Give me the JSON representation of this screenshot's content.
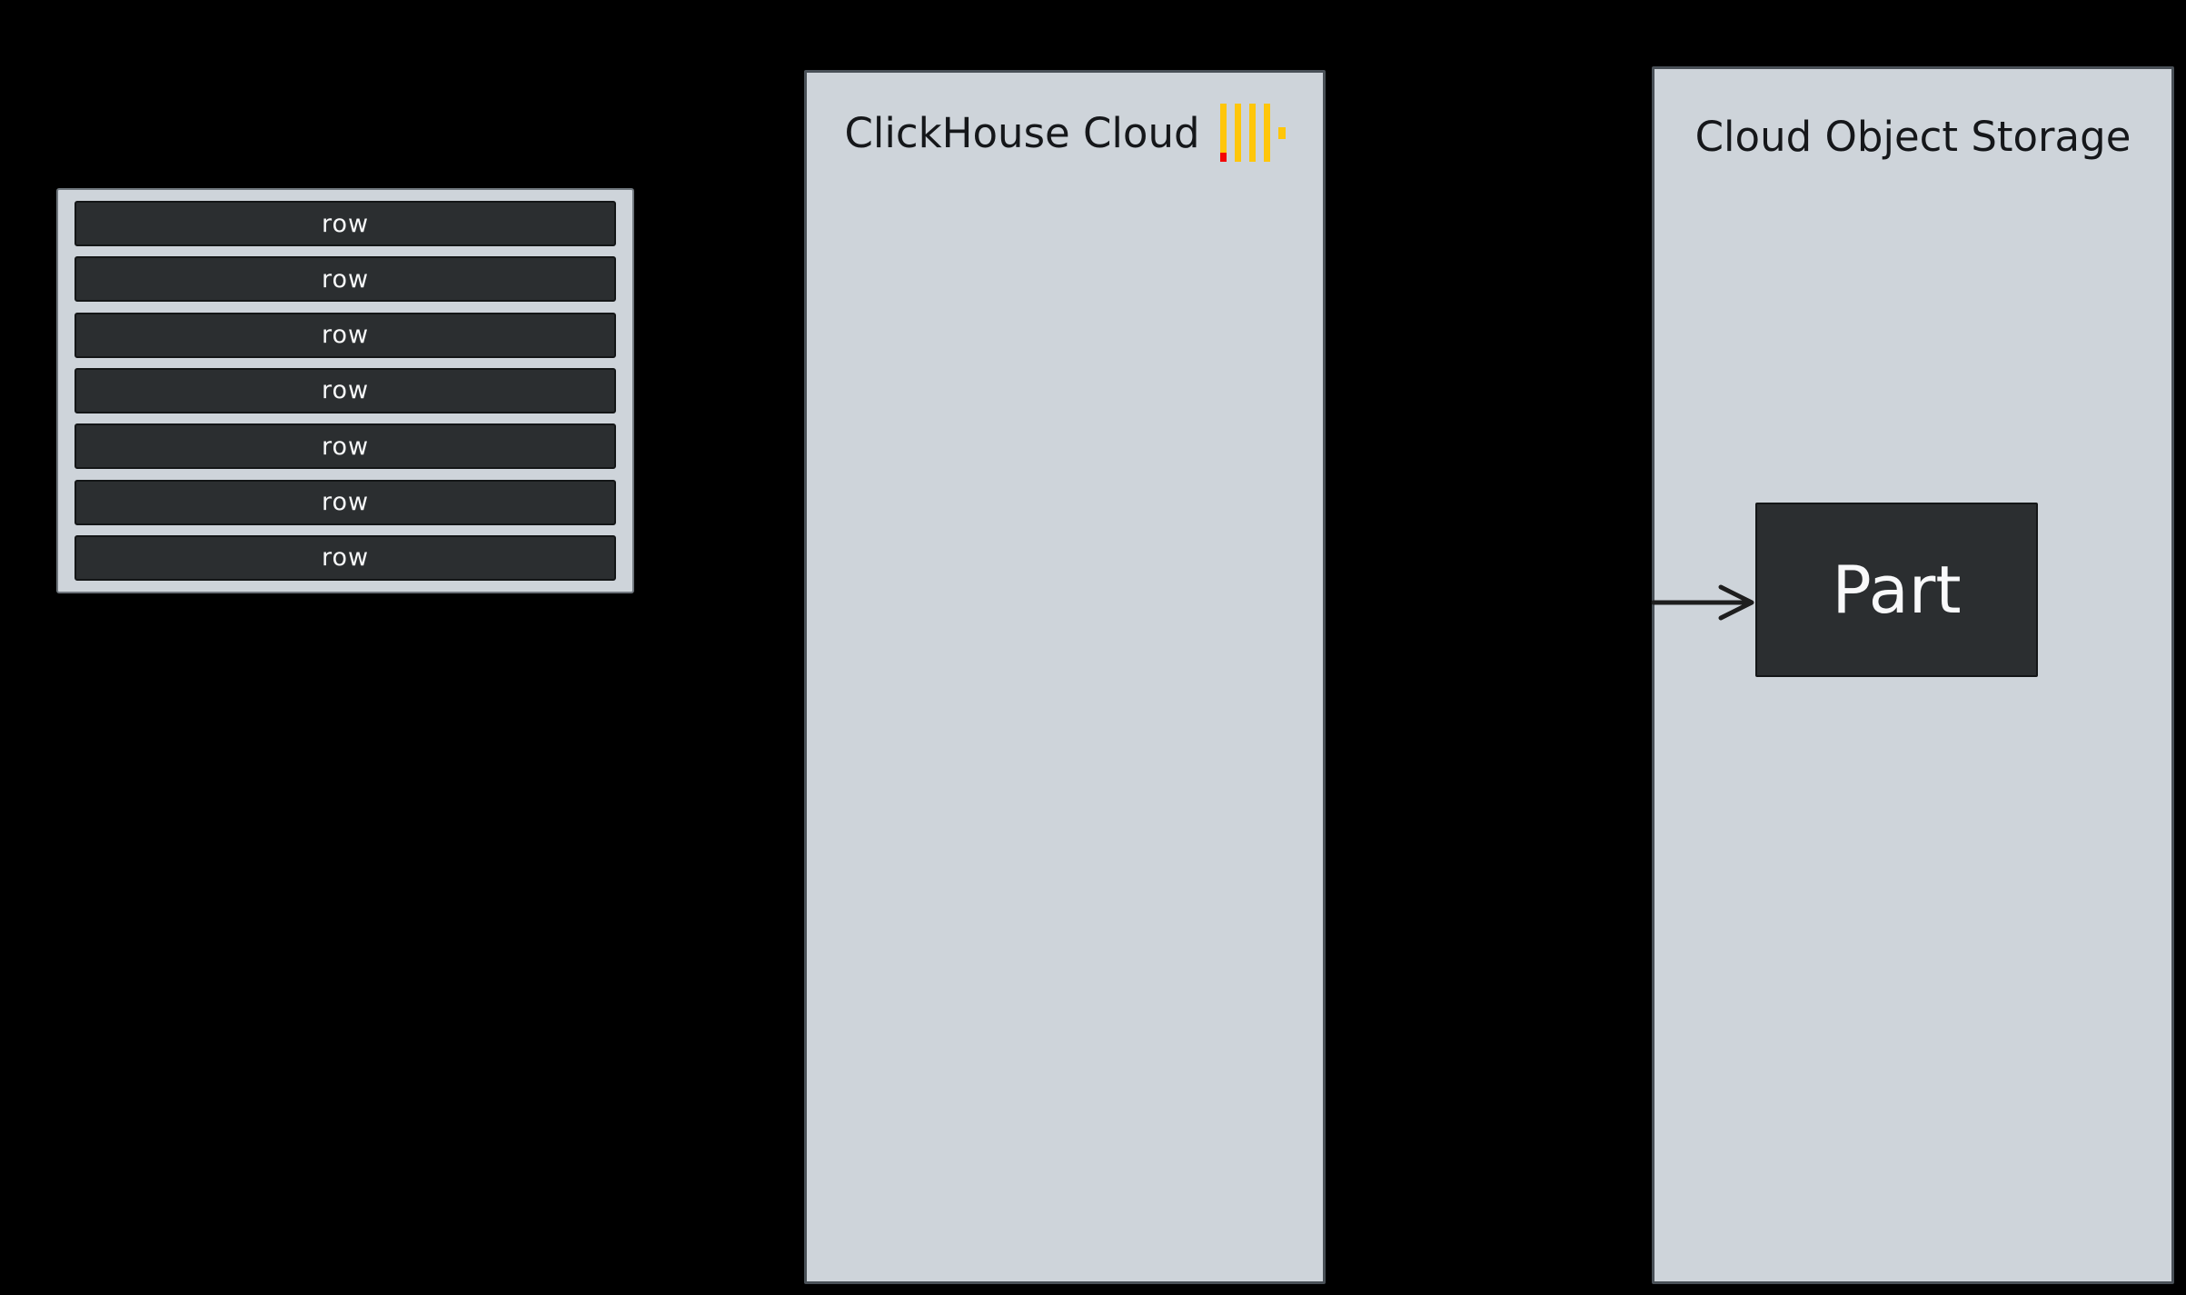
{
  "palette": {
    "background": "#000000",
    "panel_fill": "#ced4da",
    "panel_border": "#495057",
    "dark_fill": "#2b2e30",
    "dark_border": "#141617",
    "stack_border": "#6e757c",
    "title_color": "#15171a",
    "light_text": "#f8f9fa",
    "logo_yellow": "#ffc609",
    "logo_red": "#f40606",
    "arrow_color": "#1e1e1e"
  },
  "row_stack": {
    "rows": [
      "row",
      "row",
      "row",
      "row",
      "row",
      "row",
      "row"
    ]
  },
  "cloud_panel": {
    "title": "ClickHouse Cloud",
    "logo": "clickhouse-logo"
  },
  "storage_panel": {
    "title": "Cloud Object Storage",
    "part_label": "Part"
  }
}
